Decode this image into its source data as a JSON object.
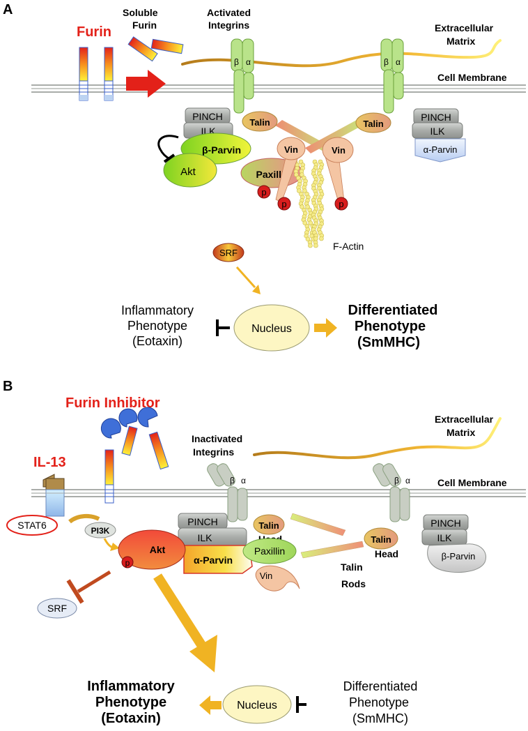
{
  "panelA": {
    "letter": "A",
    "furin": "Furin",
    "soluble1": "Soluble",
    "soluble2": "Furin",
    "activated1": "Activated",
    "activated2": "Integrins",
    "ecm1": "Extracellular",
    "ecm2": "Matrix",
    "membrane": "Cell Membrane",
    "beta": "β",
    "alpha": "α",
    "pinch": "PINCH",
    "ilk": "ILK",
    "betaParvin": "β-Parvin",
    "alphaParvin": "α-Parvin",
    "akt": "Akt",
    "paxillin": "Paxillin",
    "talin": "Talin",
    "vin": "Vin",
    "p": "p",
    "factin": "F-Actin",
    "srf": "SRF",
    "nucleus": "Nucleus",
    "infl1": "Inflammatory",
    "infl2": "Phenotype",
    "infl3": "(Eotaxin)",
    "diff1": "Differentiated",
    "diff2": "Phenotype",
    "diff3": "(SmMHC)"
  },
  "panelB": {
    "letter": "B",
    "furinInhibitor": "Furin Inhibitor",
    "il13": "IL-13",
    "inactivated1": "Inactivated",
    "inactivated2": "Integrins",
    "ecm1": "Extracellular",
    "ecm2": "Matrix",
    "membrane": "Cell Membrane",
    "beta": "β",
    "alpha": "α",
    "stat6": "STAT6",
    "pi3k": "PI3K",
    "akt": "Akt",
    "p": "p",
    "pinch": "PINCH",
    "ilk": "ILK",
    "alphaParvin": "α-Parvin",
    "betaParvin": "β-Parvin",
    "paxillin": "Paxillin",
    "vin": "Vin",
    "talin": "Talin",
    "head": "Head",
    "talinRods1": "Talin",
    "talinRods2": "Rods",
    "srf": "SRF",
    "nucleus": "Nucleus",
    "infl1": "Inflammatory",
    "infl2": "Phenotype",
    "infl3": "(Eotaxin)",
    "diff1": "Differentiated",
    "diff2": "Phenotype",
    "diff3": "(SmMHC)"
  },
  "colors": {
    "furinRed": "#e32119",
    "gold": "#f0b323",
    "integrinGreen": "#b9e38a",
    "integrinGrey": "#c8cec3",
    "greyBox": "#b5b8b5",
    "nucleus": "#fdf6c3",
    "phospho": "#d81e1e",
    "inhibitorBlue": "#3f6fd8"
  }
}
